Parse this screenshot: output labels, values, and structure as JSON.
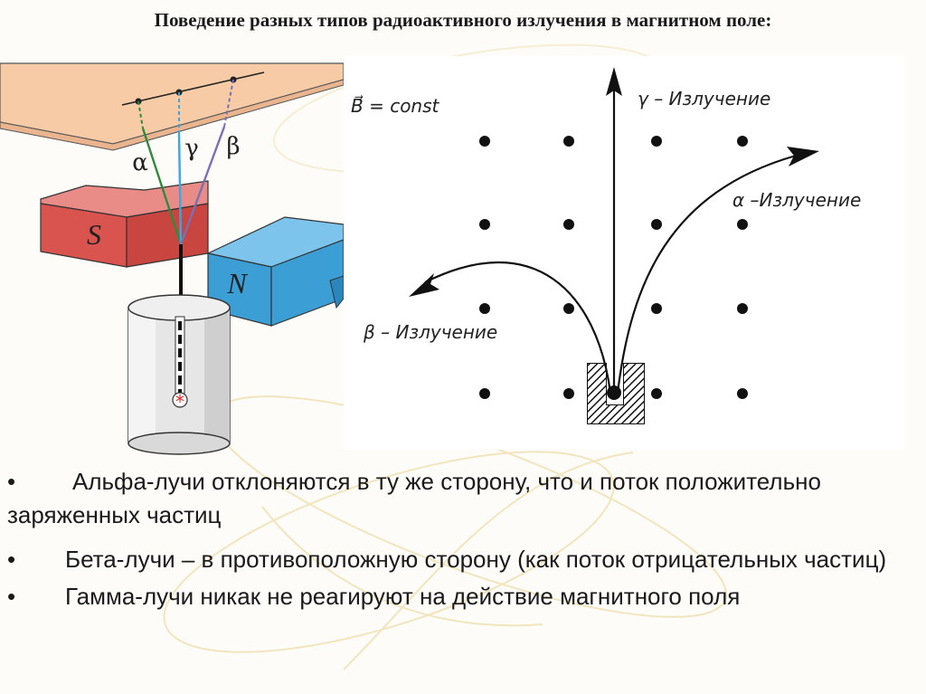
{
  "slide": {
    "title": "Поведение разных типов радиоактивного излучения в магнитном поле:"
  },
  "left_figure": {
    "labels": {
      "alpha": "α",
      "gamma": "γ",
      "beta": "β",
      "pole_s": "S",
      "pole_n": "N"
    },
    "colors": {
      "plate": "#f6cba6",
      "magnet_s": "#d9534f",
      "magnet_n": "#3b9fd6",
      "alpha_ray": "#2e8b3d",
      "gamma_ray": "#39a7e0",
      "beta_ray": "#7b6fb5",
      "source_star": "#e52222"
    }
  },
  "right_figure": {
    "field_label": "B⃗ = const",
    "gamma_label": "γ – Излучение",
    "alpha_label": "α –Излучение",
    "beta_label": "β – Излучение"
  },
  "bullets": [
    {
      "marker": "•",
      "text": "Альфа-лучи отклоняются в ту же сторону, что и поток положительно заряженных частиц"
    },
    {
      "marker": "•",
      "text": "Бета-лучи – в противоположную сторону (как поток отрицательных частиц)"
    },
    {
      "marker": "•",
      "text": "Гамма-лучи никак не реагируют на действие магнитного поля"
    }
  ]
}
